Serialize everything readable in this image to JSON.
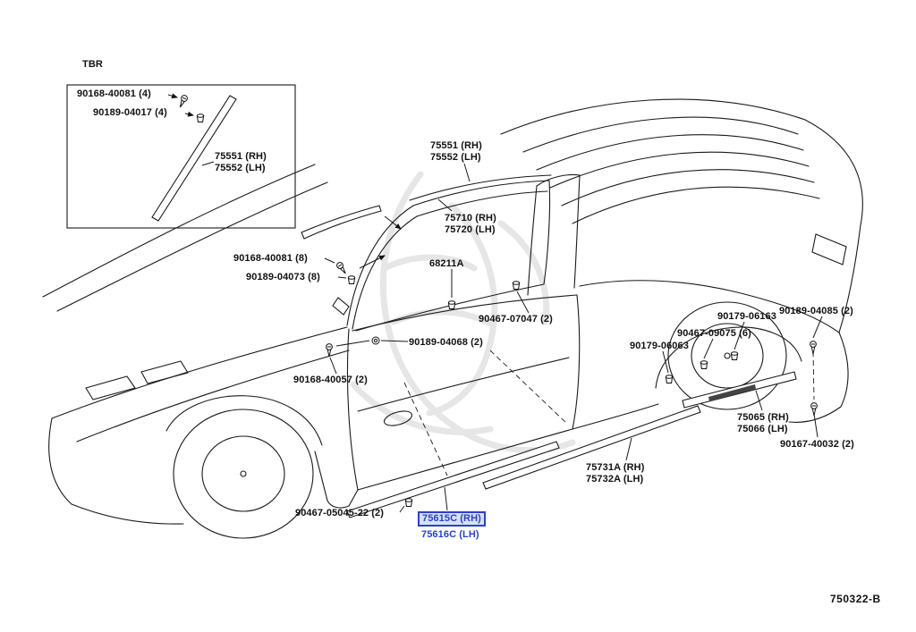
{
  "diagram": {
    "inset_tag": "TBR",
    "drawing_number": "750322-B",
    "line_color": "#1a1a1a",
    "highlight": {
      "border": "#2a41c8",
      "background": "#d6e0f6",
      "text": "#2a41c8"
    },
    "icons": {
      "screw": "screw-icon",
      "clip": "clip-icon",
      "nut": "nut-icon"
    }
  },
  "labels": [
    {
      "line1": "90168-40081 (4)",
      "line2": ""
    },
    {
      "line1": "90189-04017 (4)",
      "line2": ""
    },
    {
      "line1": "75551 (RH)",
      "line2": "75552 (LH)"
    },
    {
      "line1": "75551 (RH)",
      "line2": "75552 (LH)"
    },
    {
      "line1": "75710 (RH)",
      "line2": "75720 (LH)"
    },
    {
      "line1": "90168-40081 (8)",
      "line2": ""
    },
    {
      "line1": "90189-04073 (8)",
      "line2": ""
    },
    {
      "line1": "68211A",
      "line2": ""
    },
    {
      "line1": "90467-07047 (2)",
      "line2": ""
    },
    {
      "line1": "90189-04068 (2)",
      "line2": ""
    },
    {
      "line1": "90168-40057 (2)",
      "line2": ""
    },
    {
      "line1": "90179-06163",
      "line2": ""
    },
    {
      "line1": "90189-04085 (2)",
      "line2": ""
    },
    {
      "line1": "90467-09075 (6)",
      "line2": ""
    },
    {
      "line1": "90179-06063",
      "line2": ""
    },
    {
      "line1": "75065 (RH)",
      "line2": "75066 (LH)"
    },
    {
      "line1": "90167-40032 (2)",
      "line2": ""
    },
    {
      "line1": "75731A (RH)",
      "line2": "75732A (LH)"
    },
    {
      "line1": "90467-05045-22 (2)",
      "line2": ""
    },
    {
      "line1": "75615C (RH)",
      "line2": ""
    },
    {
      "line1": "75616C (LH)",
      "line2": ""
    }
  ]
}
